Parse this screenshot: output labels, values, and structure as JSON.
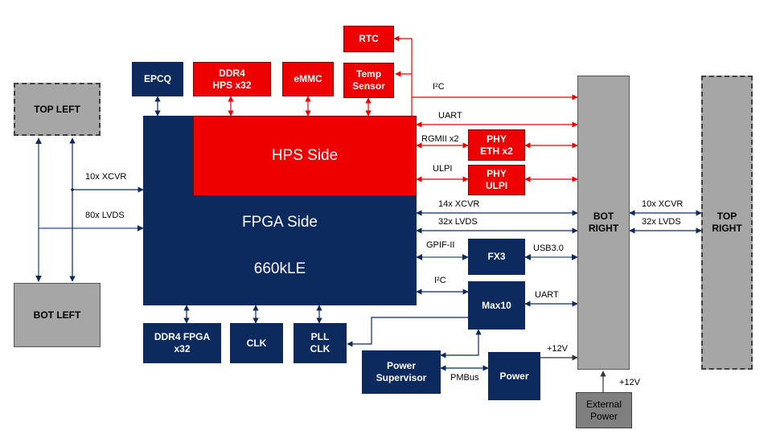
{
  "blocks": {
    "top_left": "TOP LEFT",
    "bot_left": "BOT LEFT",
    "epcq": "EPCQ",
    "ddr4_hps": "DDR4\nHPS x32",
    "emmc": "eMMC",
    "rtc": "RTC",
    "temp_sensor": "Temp\nSensor",
    "hps_side": "HPS Side",
    "fpga_side": "FPGA Side",
    "fpga_size": "660kLE",
    "phy_eth": "PHY\nETH x2",
    "phy_ulpi": "PHY\nULPI",
    "fx3": "FX3",
    "max10": "Max10",
    "ddr4_fpga": "DDR4 FPGA\nx32",
    "clk": "CLK",
    "pll_clk": "PLL\nCLK",
    "power_supervisor": "Power\nSupervisor",
    "power": "Power",
    "bot_right": "BOT\nRIGHT",
    "top_right": "TOP\nRIGHT",
    "external_power": "External\nPower"
  },
  "links": {
    "left_xcvr": "10x XCVR",
    "left_lvds": "80x LVDS",
    "i2c_top": "I²C",
    "uart_top": "UART",
    "rgmii": "RGMII x2",
    "ulpi": "ULPI",
    "xcvr_14": "14x XCVR",
    "lvds_32": "32x LVDS",
    "gpif": "GPIF-II",
    "usb3": "USB3.0",
    "i2c_max": "I²C",
    "uart_max": "UART",
    "pmbus": "PMBus",
    "v12_power": "+12V",
    "v12_ext": "+12V",
    "right_xcvr": "10x XCVR",
    "right_lvds": "32x LVDS"
  },
  "colors": {
    "navy": "#0c2a5e",
    "red": "#ee0000",
    "gray": "#a6a6a6",
    "dark_gray": "#7f7f7f",
    "glow": "#9cc3ea"
  }
}
